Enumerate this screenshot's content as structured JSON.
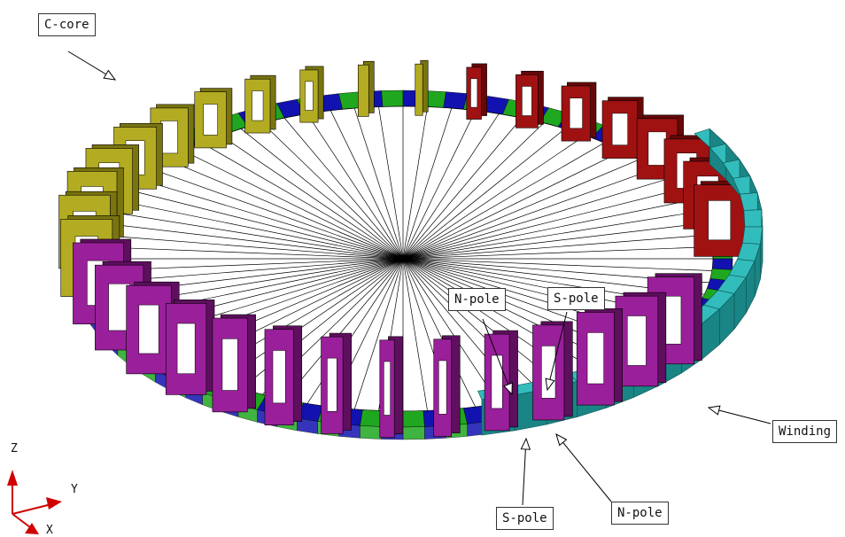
{
  "labels": {
    "c_core": "C-core",
    "n_pole_top": "N-pole",
    "s_pole_top": "S-pole",
    "winding": "Winding",
    "s_pole_bottom": "S-pole",
    "n_pole_bottom": "N-pole"
  },
  "axes": {
    "z": "Z",
    "y": "Y",
    "x": "X"
  },
  "colors": {
    "core_olive": "#b3ac22",
    "core_olive_dark": "#7a7410",
    "core_purple": "#9a1f9a",
    "core_purple_dark": "#5e0f5e",
    "core_red": "#a01212",
    "core_red_dark": "#660808",
    "magnet_blue": "#1212b0",
    "magnet_green": "#1fa81f",
    "winding_teal": "#33bcbc",
    "winding_teal_dark": "#1a8585",
    "spoke": "#000000",
    "axis_red": "#d00000"
  }
}
